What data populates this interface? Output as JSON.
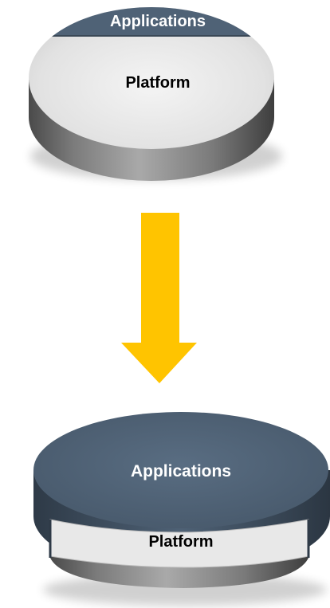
{
  "top_disk": {
    "applications_label": "Applications",
    "platform_label": "Platform"
  },
  "bottom_disk": {
    "applications_label": "Applications",
    "platform_label": "Platform"
  },
  "colors": {
    "applications_fill": "#4f6276",
    "platform_top": "#e6e6e6",
    "disk_side": "#6f6f6f",
    "arrow": "#ffc400"
  },
  "icons": {
    "arrow": "down-arrow-icon"
  }
}
